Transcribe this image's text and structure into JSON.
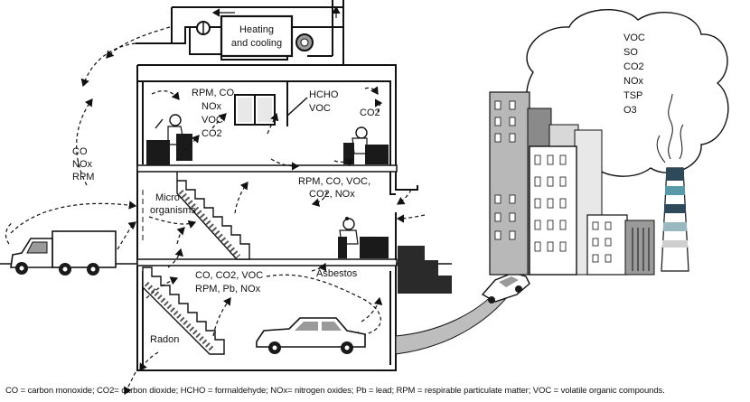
{
  "hvac": {
    "label_line1": "Heating",
    "label_line2": "and cooling"
  },
  "outdoor_left": {
    "lines": [
      "CO",
      "NOx",
      "RPM"
    ]
  },
  "cloud": {
    "lines": [
      "VOC",
      "SO",
      "CO2",
      "NOx",
      "TSP",
      "O3"
    ]
  },
  "upper_floor": {
    "left_lines": [
      "RPM, CO",
      "NOx",
      "VOC",
      "CO2"
    ],
    "middle_lines": [
      "HCHO",
      "VOC"
    ],
    "right_line": "CO2"
  },
  "middle_floor": {
    "pollutants_line1": "RPM, CO, VOC,",
    "pollutants_line2": "CO2, NOx",
    "micro_line1": "Micro-",
    "micro_line2": "organisms"
  },
  "basement": {
    "pollutants_line1": "CO, CO2, VOC",
    "pollutants_line2": "RPM, Pb, NOx",
    "asbestos": "Asbestos",
    "radon": "Radon"
  },
  "caption": "CO = carbon monoxide; CO2= carbon dioxide; HCHO = formaldehyde; NOx= nitrogen oxides; Pb = lead; RPM = respirable particulate matter; VOC = volatile organic compounds.",
  "colors": {
    "smokestack_teal": "#5a9aa8",
    "smokestack_dark": "#2e4a5a",
    "building_gray": "#b8b8b8"
  }
}
